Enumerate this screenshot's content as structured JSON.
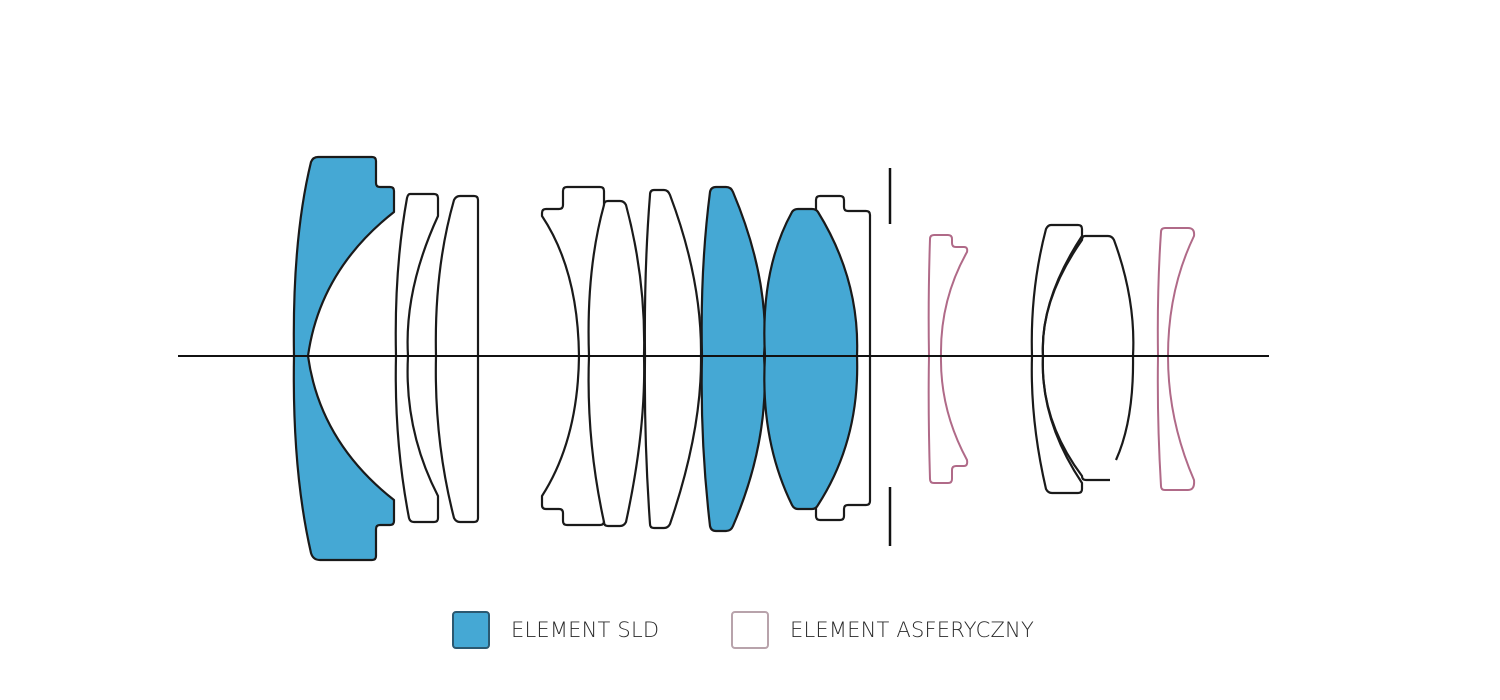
{
  "diagram": {
    "title": "",
    "type": "lens-construction",
    "colors": {
      "sld_fill": "#45a8d4",
      "outline": "#1a1a1a",
      "aspherical_outline": "#b06a88",
      "plain_fill": "#ffffff",
      "axis": "#111111"
    },
    "elements": [
      {
        "id": 1,
        "type": "sld"
      },
      {
        "id": 2,
        "type": "normal"
      },
      {
        "id": 3,
        "type": "normal"
      },
      {
        "id": 4,
        "type": "normal"
      },
      {
        "id": 5,
        "type": "normal"
      },
      {
        "id": 6,
        "type": "normal"
      },
      {
        "id": 7,
        "type": "sld"
      },
      {
        "id": 8,
        "type": "sld"
      },
      {
        "id": 9,
        "type": "normal"
      },
      {
        "id": 10,
        "type": "aspherical"
      },
      {
        "id": 11,
        "type": "normal"
      },
      {
        "id": 12,
        "type": "normal"
      },
      {
        "id": 13,
        "type": "aspherical"
      }
    ],
    "has_aperture_stop": true
  },
  "legend": {
    "items": [
      {
        "label": "ELEMENT SLD",
        "swatch_fill": "#45a8d4",
        "swatch_border": "#2b5870"
      },
      {
        "label": "ELEMENT ASFERYCZNY",
        "swatch_fill": "#ffffff",
        "swatch_border": "#b8a3ab"
      }
    ]
  }
}
